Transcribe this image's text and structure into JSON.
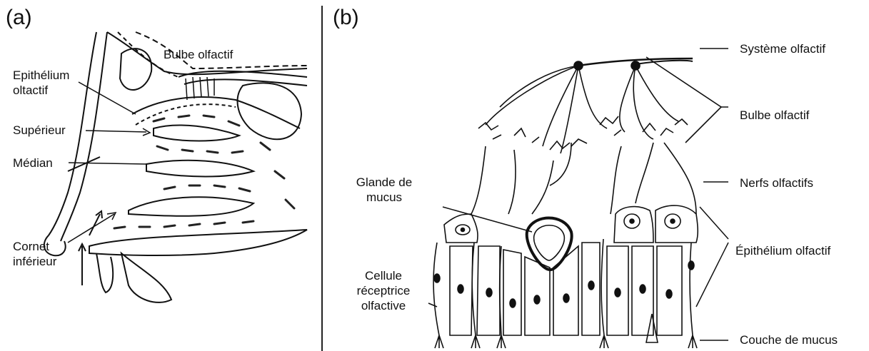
{
  "panel_a": {
    "label": "(a)",
    "labels": {
      "bulbe": "Bulbe olfactif",
      "epith_1": "Epithélium",
      "epith_2": "oltactif",
      "superieur": "Supérieur",
      "median": "Médian",
      "cornet_1": "Cornet",
      "cornet_2": "inférieur"
    }
  },
  "panel_b": {
    "label": "(b)",
    "labels": {
      "systeme": "Système olfactif",
      "bulbe": "Bulbe olfactif",
      "glande_1": "Glande de",
      "glande_2": "mucus",
      "nerfs": "Nerfs olfactifs",
      "epithelium": "Épithélium olfactif",
      "cellule_1": "Cellule",
      "cellule_2": "réceptrice",
      "cellule_3": "olfactive",
      "couche": "Couche de mucus"
    }
  }
}
